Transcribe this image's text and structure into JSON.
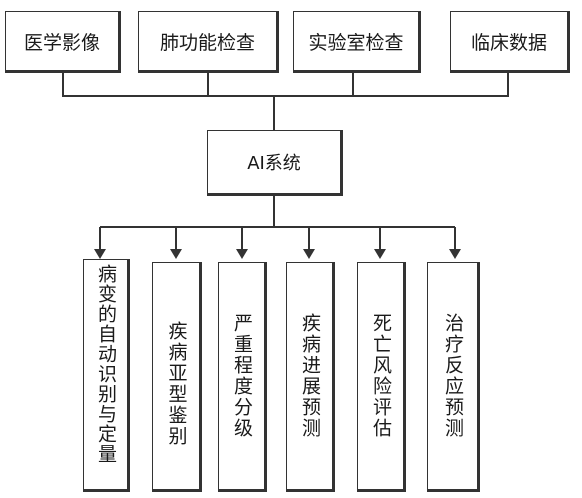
{
  "inputs": [
    {
      "label": "医学影像"
    },
    {
      "label": "肺功能检查"
    },
    {
      "label": "实验室检查"
    },
    {
      "label": "临床数据"
    }
  ],
  "center": {
    "label": "AI系统"
  },
  "outputs": [
    {
      "label": "病变的自动识别与定量"
    },
    {
      "label": "疾病亚型鉴别"
    },
    {
      "label": "严重程度分级"
    },
    {
      "label": "疾病进展预测"
    },
    {
      "label": "死亡风险评估"
    },
    {
      "label": "治疗反应预测"
    }
  ]
}
